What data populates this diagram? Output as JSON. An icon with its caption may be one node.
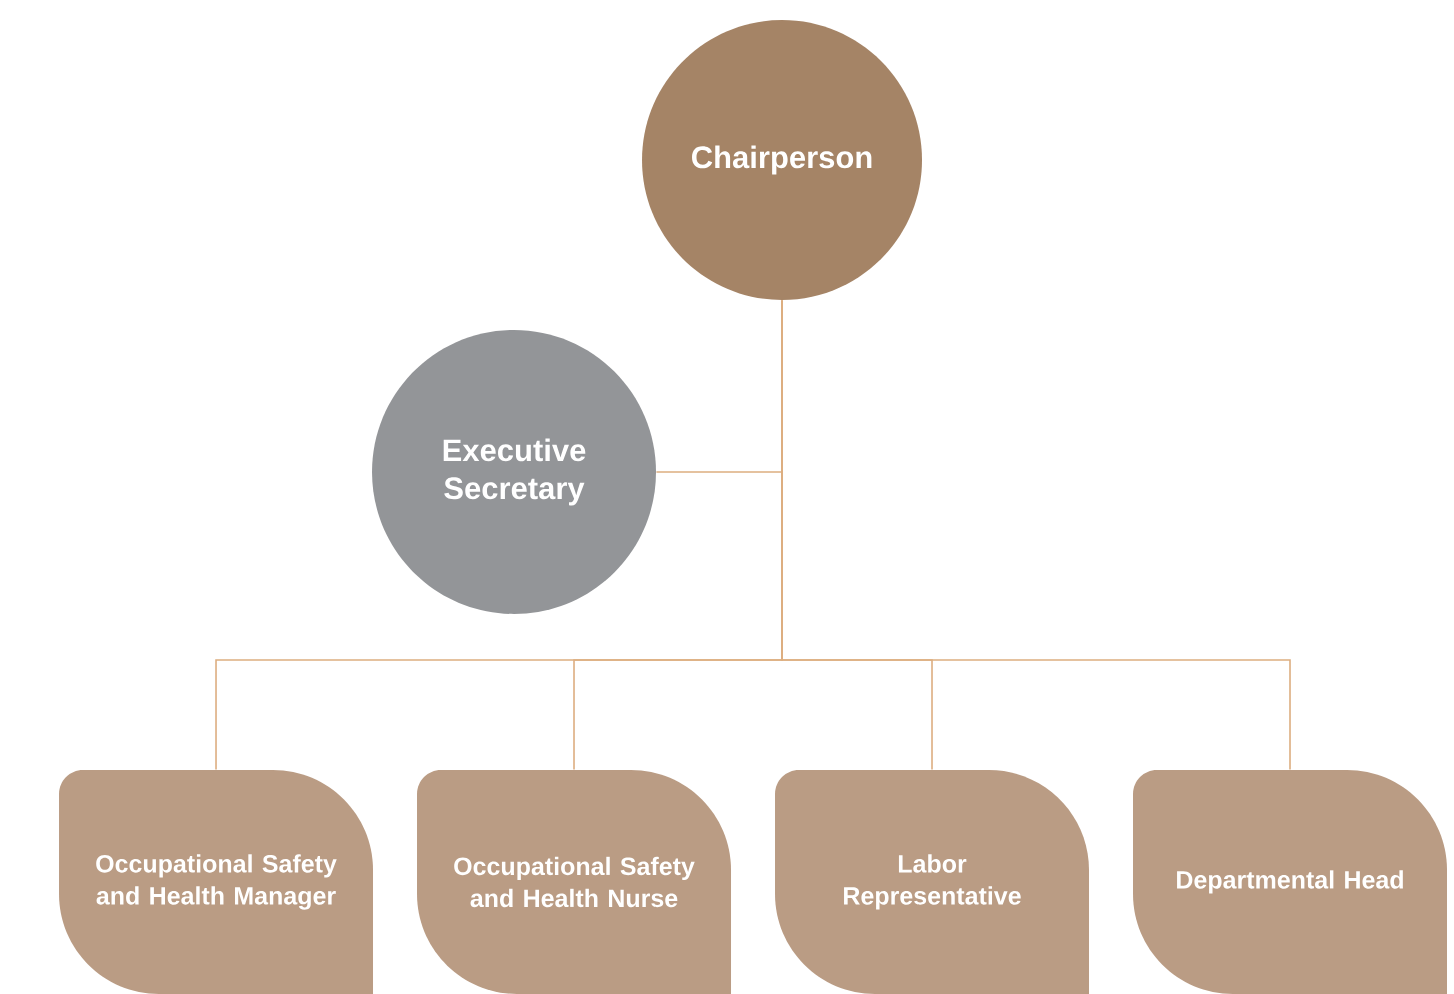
{
  "diagram": {
    "nodes": [
      {
        "text": [
          "Chairperson"
        ]
      },
      {
        "text": [
          "Executive Secretary"
        ]
      },
      {
        "text": [
          "Occupational Safety and Health Manager"
        ]
      },
      {
        "text": [
          "Occupational Safety and Health Nurse"
        ]
      },
      {
        "text": [
          "Labor Representative"
        ]
      },
      {
        "text": [
          "Departmental Head"
        ]
      }
    ],
    "edges": [
      {
        "from": 0,
        "to": 1,
        "arrow": "none"
      },
      {
        "from": 0,
        "to": 2,
        "arrow": "none"
      },
      {
        "from": 0,
        "to": 3,
        "arrow": "none"
      },
      {
        "from": 0,
        "to": 4,
        "arrow": "none"
      },
      {
        "from": 0,
        "to": 5,
        "arrow": "none"
      }
    ]
  }
}
